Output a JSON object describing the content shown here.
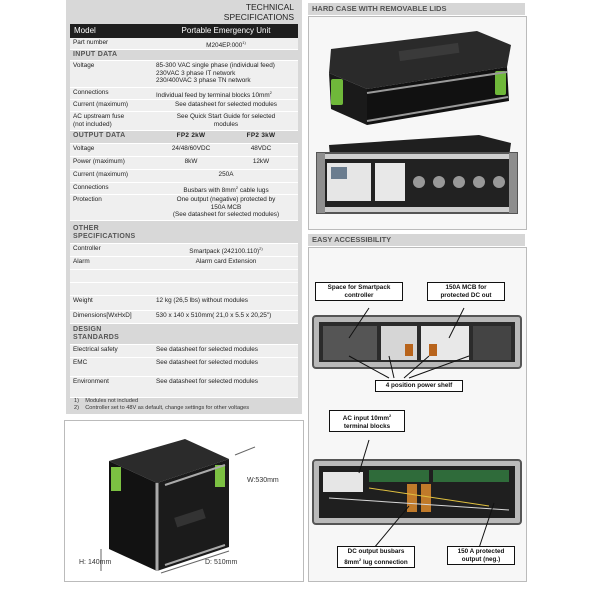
{
  "spec": {
    "title_line1": "TECHNICAL",
    "title_line2": "SPECIFICATIONS",
    "model_label": "Model",
    "model_value": "Portable Emergency Unit",
    "part_label": "Part number",
    "part_value": "M204EP.000",
    "part_sup": "1)",
    "input_head": "INPUT DATA",
    "voltage_label": "Voltage",
    "voltage_l1": "85-300 VAC single phase (individual feed)",
    "voltage_l2": "230VAC 3 phase IT network",
    "voltage_l3": "230/400VAC 3 phase TN network",
    "connections_label": "Connections",
    "connections_value": "Individual feed by terminal blocks 10mm",
    "connections_sup": "2",
    "current_label": "Current (maximum)",
    "current_value": "See datasheet for selected modules",
    "fuse_label_l1": "AC  upstream  fuse",
    "fuse_label_l2": "(not included)",
    "fuse_value_l1": "See Quick Start Guide for selected",
    "fuse_value_l2": "modules",
    "output_head": "OUTPUT DATA",
    "out_col1": "FP2 2kW",
    "out_col2": "FP2 3kW",
    "out_voltage_label": "Voltage",
    "out_voltage_a": "24/48/60VDC",
    "out_voltage_b": "48VDC",
    "power_label": "Power (maximum)",
    "power_a": "8kW",
    "power_b": "12kW",
    "out_current_label": "Current (maximum)",
    "out_current_value": "250A",
    "out_conn_label": "Connections",
    "out_conn_value": "Busbars with 8mm",
    "out_conn_sup": "2",
    "out_conn_tail": " cable lugs",
    "protection_label": "Protection",
    "protection_l1": "One output (negative) protected by",
    "protection_l2": "150A MCB",
    "protection_l3": "(See datasheet for selected modules)",
    "other_head_l1": "OTHER",
    "other_head_l2": "SPECIFICATIONS",
    "controller_label": "Controller",
    "controller_value": "Smartpack (242100.110)",
    "controller_sup": "2)",
    "alarm_label": "Alarm",
    "alarm_value": "Alarm card Extension",
    "weight_label": "Weight",
    "weight_value": "12 kg (26,5 lbs) without modules",
    "dims_label": "Dimensions[WxHxD]",
    "dims_value": "530 x 140 x 510mm( 21,0 x 5.5 x 20,25\")",
    "design_head_l1": "DESIGN",
    "design_head_l2": "STANDARDS",
    "electrical_label": "Electrical safety",
    "electrical_value": "See datasheet for selected modules",
    "emc_label": "EMC",
    "emc_value": "See datasheet for selected modules",
    "env_label": "Environment",
    "env_value": "See datasheet for selected modules",
    "fn1_num": "1)",
    "fn1_text": "Modules not included",
    "fn2_num": "2)",
    "fn2_text": "Controller set to  48V as default, change settings for other voltages"
  },
  "hard_case": {
    "heading": "HARD CASE WITH REMOVABLE LIDS"
  },
  "easy_access": {
    "heading": "EASY ACCESSIBILITY",
    "callout_smartpack_l1": "Space for Smartpack",
    "callout_smartpack_l2": "controller",
    "callout_mcb_l1": "150A MCB for",
    "callout_mcb_l2": "protected DC out",
    "callout_shelf": "4 position power shelf",
    "callout_acinput_l1": "AC input 10mm",
    "callout_acinput_sup": "2",
    "callout_acinput_l2": "terminal blocks",
    "callout_busbars_l1": "DC output busbars",
    "callout_busbars_l2a": "8mm",
    "callout_busbars_sup": "2",
    "callout_busbars_l2b": "lug connection",
    "callout_protected_l1": "150 A protected",
    "callout_protected_l2": "output (neg.)"
  },
  "case_dims": {
    "width": "W:530mm",
    "height": "H: 140mm",
    "depth": "D: 510mm"
  },
  "colors": {
    "panel_gray": "#d8d8d8",
    "row_light": "#efefef",
    "header_dark": "#1e1e1e",
    "case_black": "#141414",
    "accent_green": "#7cc142"
  }
}
